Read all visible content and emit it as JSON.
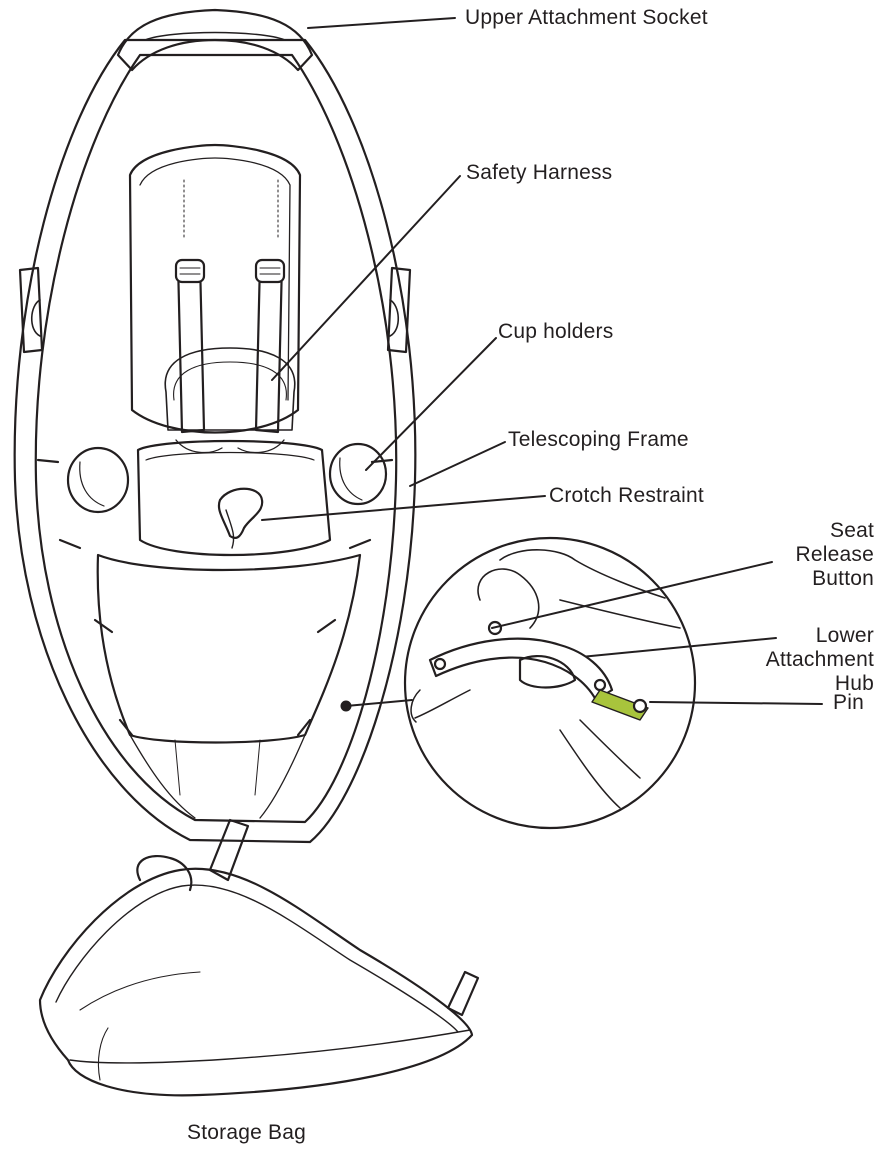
{
  "labels": {
    "upper_attachment_socket": "Upper Attachment Socket",
    "safety_harness": "Safety Harness",
    "cup_holders": "Cup holders",
    "telescoping_frame": "Telescoping Frame",
    "crotch_restraint": "Crotch Restraint",
    "seat_release_button": [
      "Seat",
      "Release",
      "Button"
    ],
    "lower_attachment_hub": [
      "Lower",
      "Attachment",
      "Hub"
    ],
    "pin": "Pin",
    "storage_bag": "Storage Bag"
  },
  "colors": {
    "line": "#231f20",
    "pin_highlight": "#a8c43c",
    "background": "#ffffff"
  }
}
